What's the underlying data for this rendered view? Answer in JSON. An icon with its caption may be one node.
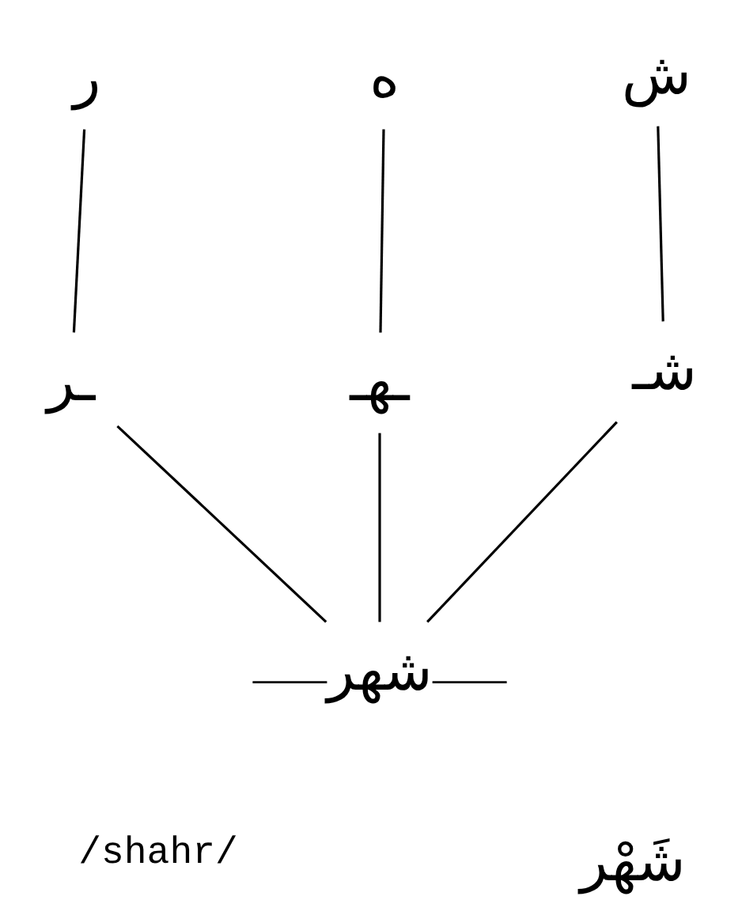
{
  "diagram": {
    "nodes": [
      {
        "text": [
          "ر"
        ]
      },
      {
        "text": [
          "ه"
        ]
      },
      {
        "text": [
          "ش"
        ]
      },
      {
        "text": [
          "ـر"
        ]
      },
      {
        "text": [
          "ـهـ"
        ]
      },
      {
        "text": [
          "شـ"
        ]
      },
      {
        "text": [
          "شهر"
        ]
      }
    ],
    "edges": [
      {
        "from": 0,
        "to": 3,
        "arrow": "none"
      },
      {
        "from": 1,
        "to": 4,
        "arrow": "none"
      },
      {
        "from": 2,
        "to": 5,
        "arrow": "none"
      },
      {
        "from": 3,
        "to": 6,
        "arrow": "none"
      },
      {
        "from": 4,
        "to": 6,
        "arrow": "none"
      },
      {
        "from": 5,
        "to": 6,
        "arrow": "none"
      }
    ],
    "labels": [
      "/shahr/",
      "شَهْر"
    ]
  }
}
